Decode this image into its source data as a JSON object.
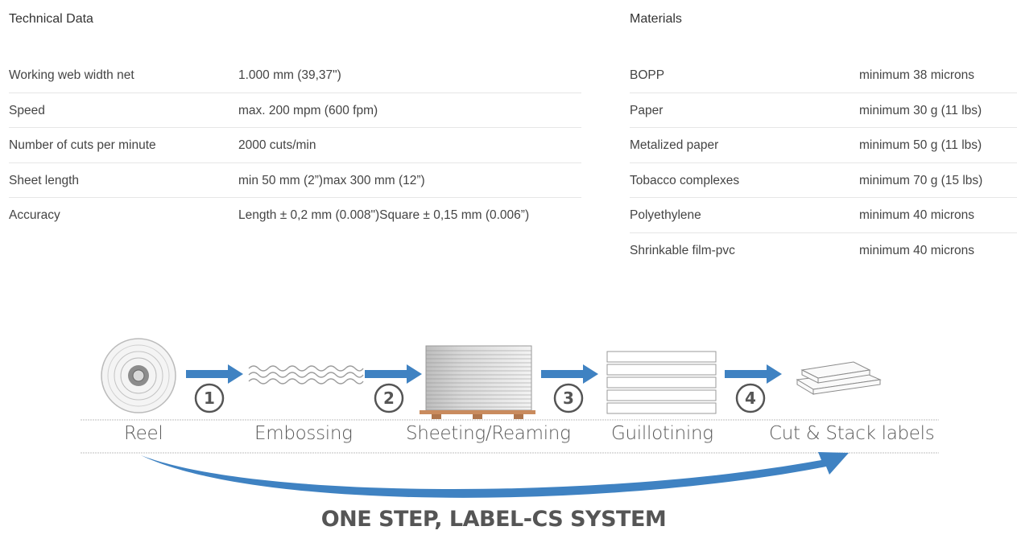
{
  "technical": {
    "title": "Technical Data",
    "rows": [
      {
        "label": "Working web width net",
        "value": "1.000 mm (39,37\")"
      },
      {
        "label": "Speed",
        "value": "max. 200 mpm (600 fpm)"
      },
      {
        "label": "Number of cuts per minute",
        "value": "2000 cuts/min"
      },
      {
        "label": "Sheet length",
        "value": "min 50 mm (2”)max 300 mm (12”)"
      },
      {
        "label": "Accuracy",
        "value": "Length ± 0,2 mm (0.008\")Square ± 0,15 mm (0.006”)"
      }
    ]
  },
  "materials": {
    "title": "Materials",
    "rows": [
      {
        "label": "BOPP",
        "value": "minimum 38 microns"
      },
      {
        "label": "Paper",
        "value": "minimum 30 g (11 lbs)"
      },
      {
        "label": "Metalized paper",
        "value": "minimum 50 g (11 lbs)"
      },
      {
        "label": "Tobacco complexes",
        "value": "minimum 70 g (15 lbs)"
      },
      {
        "label": "Polyethylene",
        "value": "minimum 40 microns"
      },
      {
        "label": "Shrinkable film-pvc",
        "value": "minimum 40 microns"
      }
    ]
  },
  "process": {
    "stages": [
      "Reel",
      "Embossing",
      "Sheeting/Reaming",
      "Guillotining",
      "Cut & Stack labels"
    ],
    "steps": [
      "1",
      "2",
      "3",
      "4"
    ],
    "footer": "ONE STEP, LABEL-CS SYSTEM",
    "arrow_color": "#3f82c2"
  }
}
